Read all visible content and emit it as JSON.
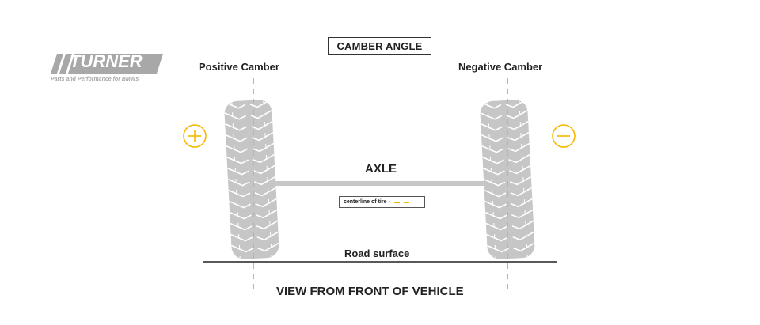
{
  "brand": {
    "name": "TURNER",
    "tagline": "Parts and Performance for BMWs"
  },
  "diagram": {
    "title": "CAMBER ANGLE",
    "positive_label": "Positive Camber",
    "negative_label": "Negative Camber",
    "axle_label": "AXLE",
    "legend_text": "centerline of tire -",
    "road_label": "Road surface",
    "view_label": "VIEW FROM FRONT OF VEHICLE",
    "positive_symbol": "plus-icon",
    "negative_symbol": "minus-icon"
  },
  "colors": {
    "tire": "#c6c6c6",
    "tread": "#ffffff",
    "centerline": "#f5b800",
    "road": "#222222",
    "axle": "#c8c8c8",
    "logo": "#a8a8a8"
  }
}
